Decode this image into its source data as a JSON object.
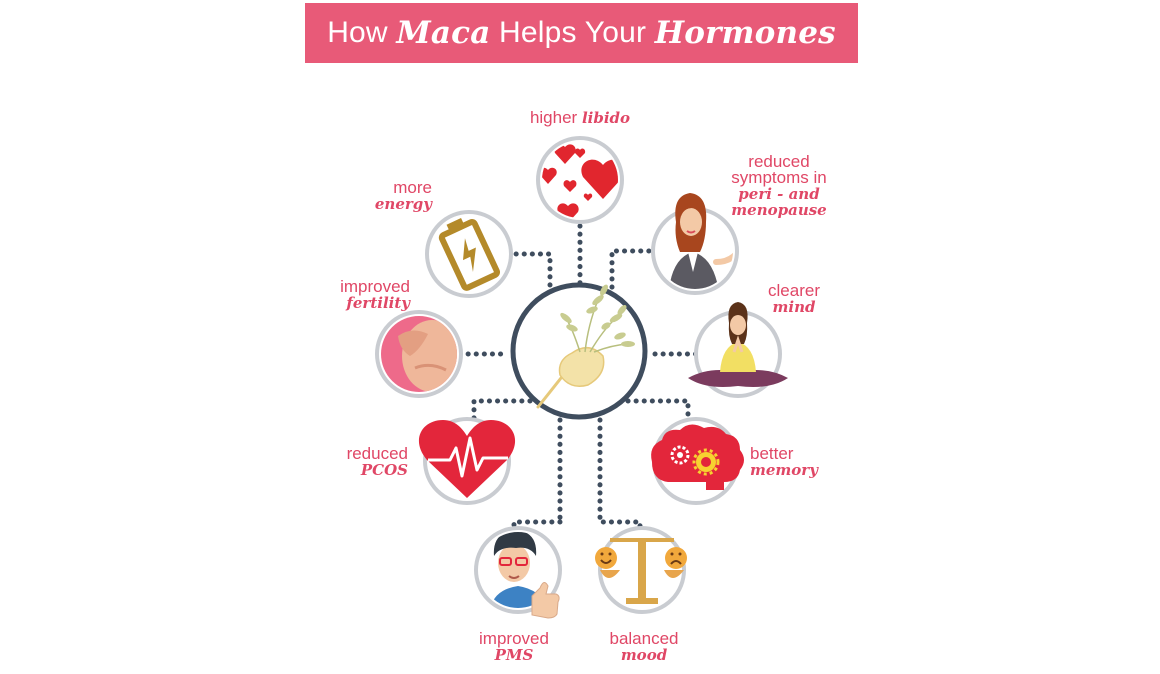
{
  "title": {
    "part1": "How ",
    "part2": "Maca",
    "part3": " Helps Your ",
    "part4": "Hormones"
  },
  "benefits": {
    "libido": {
      "plain": "higher",
      "emph": "libido"
    },
    "menopause": {
      "line1": "reduced",
      "line2": "symptoms in",
      "emph1": "peri - and",
      "emph2": "menopause"
    },
    "energy": {
      "plain": "more",
      "emph": "energy"
    },
    "fertility": {
      "plain": "improved",
      "emph": "fertility"
    },
    "mind": {
      "plain": "clearer",
      "emph": "mind"
    },
    "pcos": {
      "plain": "reduced",
      "emph": "PCOS"
    },
    "memory": {
      "plain": "better",
      "emph": "memory"
    },
    "pms": {
      "plain": "improved",
      "emph": "PMS"
    },
    "mood": {
      "plain": "balanced",
      "emph": "mood"
    }
  },
  "colors": {
    "accent": "#e85a78",
    "label": "#e04766",
    "connector": "#3f4d5e",
    "ring": "#c9ccd1"
  },
  "icons": [
    "maca-root-icon",
    "hearts-icon",
    "businesswoman-icon",
    "battery-icon",
    "pregnant-belly-icon",
    "meditation-icon",
    "heartbeat-icon",
    "brain-gears-icon",
    "thumbs-up-man-icon",
    "balance-scale-icon"
  ]
}
